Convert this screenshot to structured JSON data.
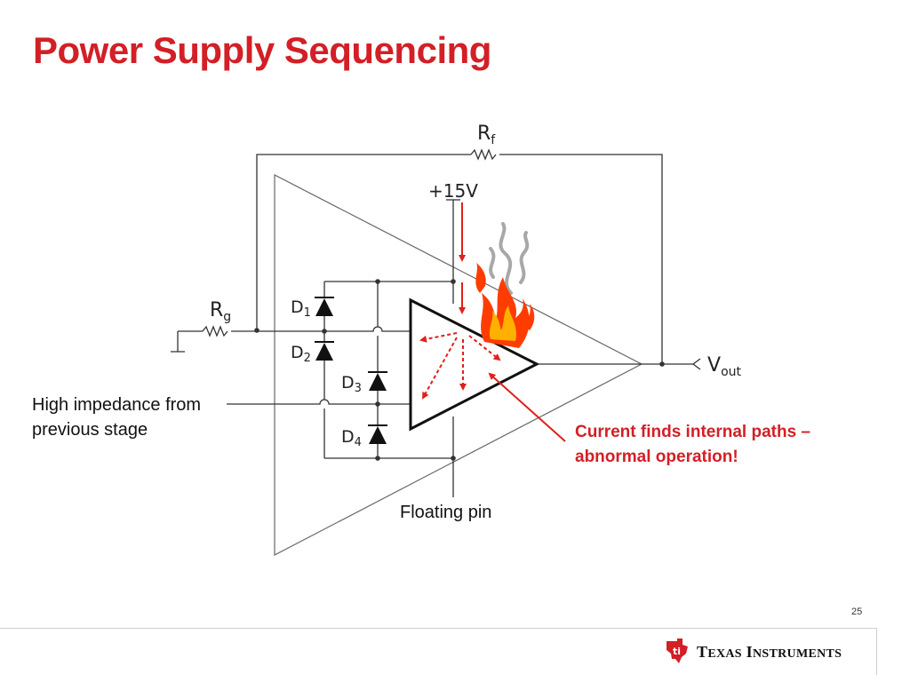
{
  "title": "Power Supply Sequencing",
  "labels": {
    "rf_main": "R",
    "rf_sub": "f",
    "supply": "+15V",
    "rg_main": "R",
    "rg_sub": "g",
    "vout_main": "V",
    "vout_sub": "out",
    "d1_main": "D",
    "d1_sub": "1",
    "d2_main": "D",
    "d2_sub": "2",
    "d3_main": "D",
    "d3_sub": "3",
    "d4_main": "D",
    "d4_sub": "4"
  },
  "annotations": {
    "high_impedance": [
      "High impedance from",
      "previous stage"
    ],
    "floating_pin": "Floating pin",
    "current_note": [
      "Current finds internal paths –",
      "abnormal operation!"
    ]
  },
  "colors": {
    "title": "#d31f26",
    "arrow": "#e0201c",
    "note": "#d31f26",
    "flame": "#ff3c00",
    "smoke": "#a8a8a8"
  },
  "icons": {
    "flame": "flame-icon",
    "smoke": "smoke-icon",
    "logo": "ti-logo-icon"
  },
  "footer": {
    "page_number": "25",
    "brand_first": "T",
    "brand_first_rest": "EXAS",
    "brand_second": "I",
    "brand_second_rest": "NSTRUMENTS"
  }
}
